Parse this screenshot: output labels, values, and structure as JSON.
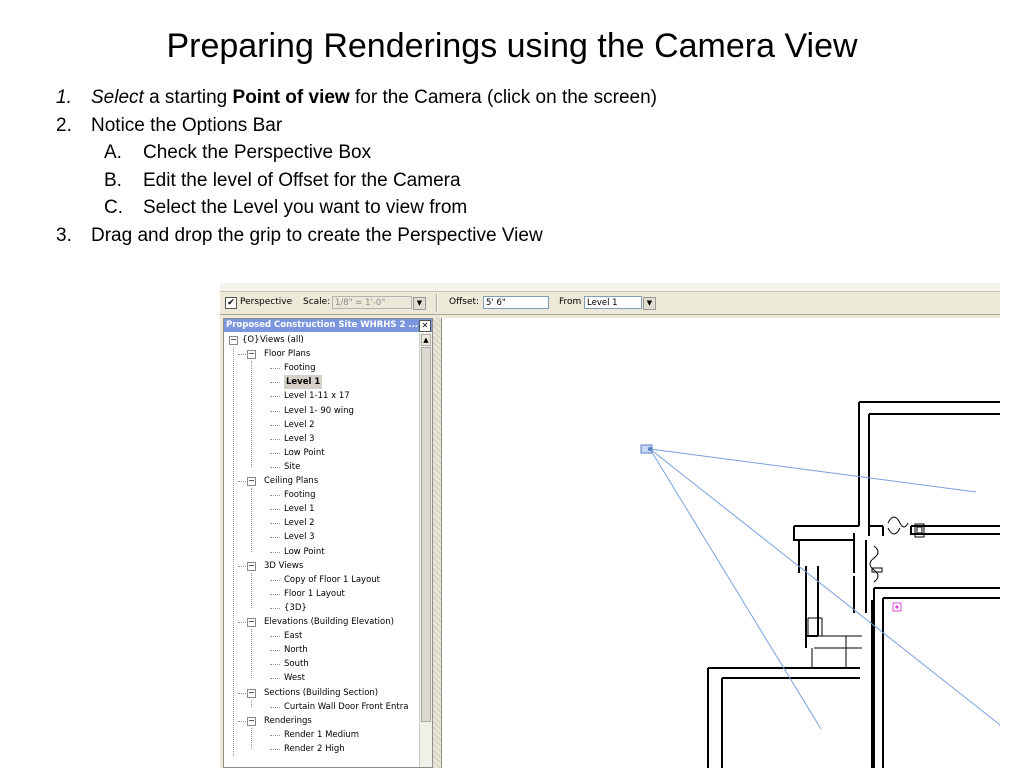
{
  "title": "Preparing Renderings using the Camera View",
  "steps": [
    {
      "num": "1.",
      "italic": "Select",
      "pre": " a starting ",
      "bold": "Point of view",
      "post": " for the Camera (click on the screen)"
    },
    {
      "num": "2.",
      "text": "Notice the Options Bar"
    },
    {
      "num": "A.",
      "text": "Check the Perspective Box"
    },
    {
      "num": "B.",
      "text": "Edit the level of Offset for the Camera"
    },
    {
      "num": "C.",
      "text": "Select the Level you want to view from"
    },
    {
      "num": "3.",
      "text": "Drag and drop the grip to create the Perspective View"
    }
  ],
  "options_bar": {
    "perspective_label": "Perspective",
    "perspective_checked": true,
    "check_glyph": "✔",
    "scale_label": "Scale:",
    "scale_value": "1/8\" = 1'-0\"",
    "offset_label": "Offset:",
    "offset_value": "5'  6\"",
    "from_label": "From",
    "from_value": "Level 1",
    "dropdown_glyph": "▼"
  },
  "project_browser": {
    "title": "Proposed Construction Site WHRHS 2 ...",
    "close_glyph": "✕",
    "scroll_up_glyph": "▲",
    "root": "Views (all)",
    "groups": [
      {
        "label": "Floor Plans",
        "items": [
          "Footing",
          "Level 1",
          "Level 1-11 x 17",
          "Level 1- 90 wing",
          "Level 2",
          "Level 3",
          "Low Point",
          "Site"
        ],
        "selected": "Level 1"
      },
      {
        "label": "Ceiling Plans",
        "items": [
          "Footing",
          "Level 1",
          "Level 2",
          "Level 3",
          "Low Point"
        ]
      },
      {
        "label": "3D Views",
        "items": [
          "Copy of Floor 1 Layout",
          "Floor 1 Layout",
          "{3D}"
        ]
      },
      {
        "label": "Elevations (Building Elevation)",
        "items": [
          "East",
          "North",
          "South",
          "West"
        ]
      },
      {
        "label": "Sections (Building Section)",
        "items": [
          "Curtain Wall Door Front Entra"
        ]
      },
      {
        "label": "Renderings",
        "items": [
          "Render 1 Medium",
          "Render 2 High"
        ]
      }
    ]
  },
  "icons": {
    "camera": "camera-icon",
    "target": "camera-target-grip-icon",
    "views": "views-icon"
  },
  "colors": {
    "sight_line": "#7b9fe0",
    "browser_title": "#7a96df",
    "target_grip": "#d94ad9"
  }
}
